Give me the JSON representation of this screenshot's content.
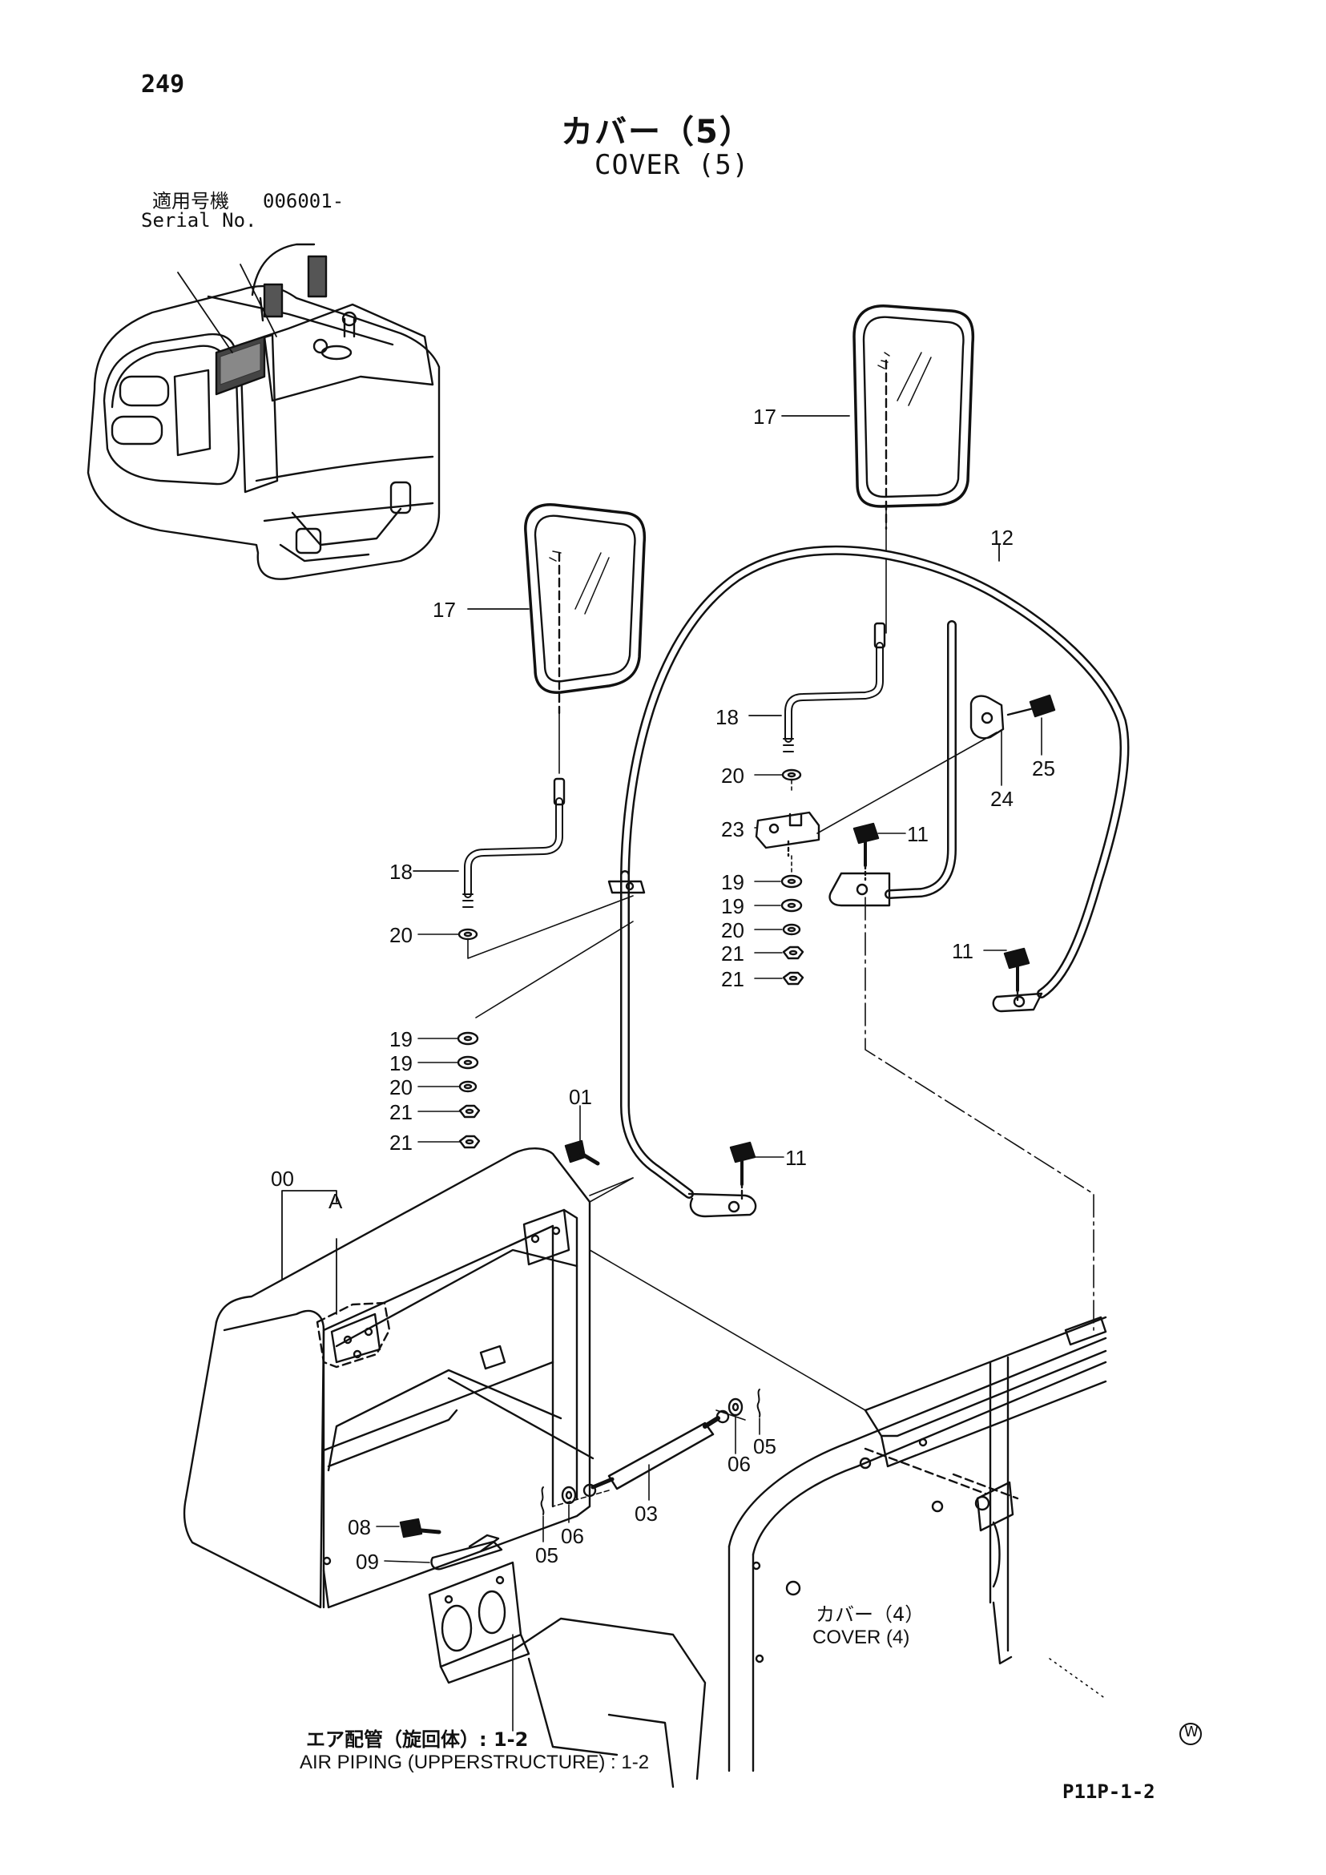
{
  "page_number": "249",
  "title": {
    "japanese": "カバー（5）",
    "english": "COVER (5)"
  },
  "serial": {
    "label_jp": "適用号機",
    "label_en": "Serial No.",
    "value": "006001-"
  },
  "callouts": {
    "c00": "00",
    "cA": "A",
    "c01": "01",
    "c03": "03",
    "c05a": "05",
    "c05b": "05",
    "c06a": "06",
    "c06b": "06",
    "c08": "08",
    "c09": "09",
    "c11a": "11",
    "c11b": "11",
    "c11c": "11",
    "c12": "12",
    "c17a": "17",
    "c17b": "17",
    "c18a": "18",
    "c18b": "18",
    "c19a": "19",
    "c19b": "19",
    "c19c": "19",
    "c19d": "19",
    "c20a": "20",
    "c20b": "20",
    "c20c": "20",
    "c20d": "20",
    "c21a": "21",
    "c21b": "21",
    "c21c": "21",
    "c21d": "21",
    "c23": "23",
    "c24": "24",
    "c25": "25"
  },
  "references": {
    "cover4": {
      "jp": "カバー（4）",
      "en": "COVER (4)"
    },
    "air_piping": {
      "jp": "エア配管（旋回体）: 1-2",
      "en": "AIR PIPING (UPPERSTRUCTURE) : 1-2"
    }
  },
  "corner_symbol": "W",
  "footer_code": "P11P-1-2"
}
